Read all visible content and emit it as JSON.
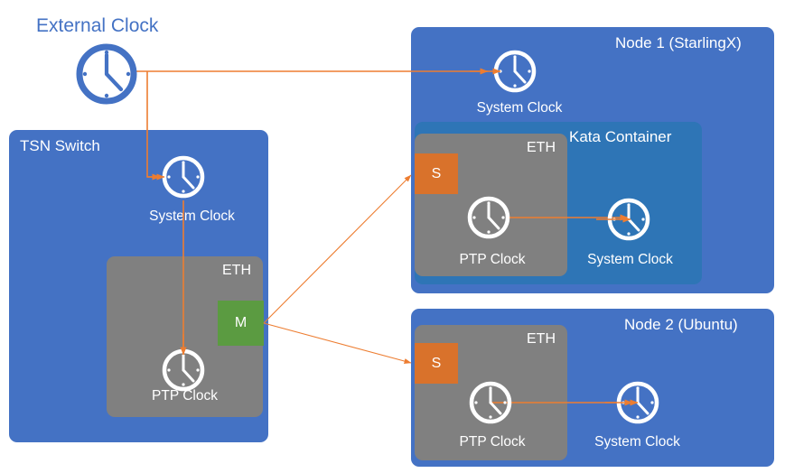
{
  "diagram": {
    "title_external": "External Clock",
    "accent_blue": "#4472C4",
    "mid_blue": "#2E75B6",
    "gray": "#808080",
    "orange": "#ED7D31",
    "green": "#5B9B41",
    "badge_orange": "#D9722B",
    "white": "#FFFFFF"
  },
  "external": {
    "label": "External Clock",
    "clock_name": "external-clock"
  },
  "tsn_switch": {
    "label": "TSN Switch",
    "system_clock_caption": "System Clock",
    "eth": {
      "label": "ETH",
      "ptp_clock_caption": "PTP Clock",
      "badge": "M",
      "badge_role": "master"
    }
  },
  "node1": {
    "label": "Node 1 (StarlingX)",
    "system_clock_caption": "System Clock",
    "eth": {
      "label": "ETH",
      "ptp_clock_caption": "PTP Clock",
      "badge": "S",
      "badge_role": "slave"
    },
    "kata": {
      "label": "Kata Container",
      "system_clock_caption": "System Clock"
    }
  },
  "node2": {
    "label": "Node 2 (Ubuntu)",
    "system_clock_caption": "System Clock",
    "eth": {
      "label": "ETH",
      "ptp_clock_caption": "PTP Clock",
      "badge": "S",
      "badge_role": "slave"
    }
  }
}
